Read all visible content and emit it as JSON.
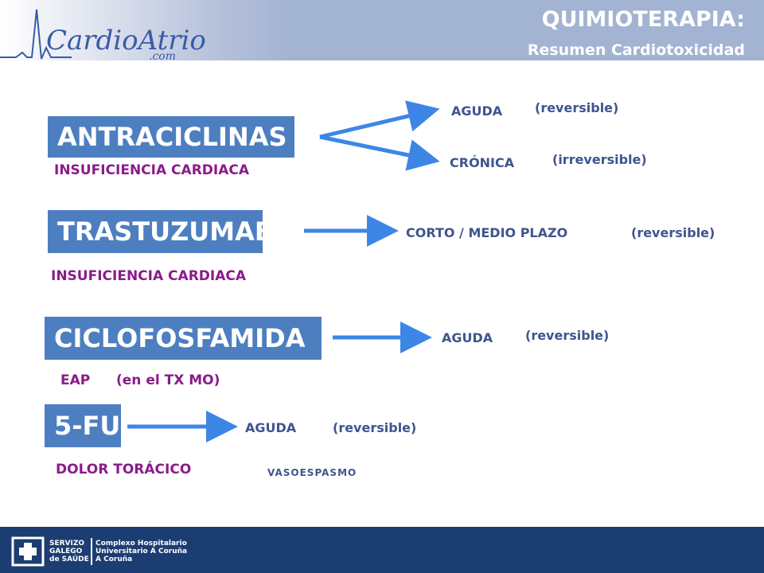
{
  "header": {
    "logo_text": "CardioAtrio",
    "logo_sub": ".com",
    "title": "QUIMIOTERAPIA:",
    "subtitle": "Resumen Cardiotoxicidad"
  },
  "drugs": [
    {
      "name": "ANTRACICLINAS",
      "effect": "INSUFICIENCIA CARDIACA",
      "outcomes": [
        {
          "label": "AGUDA",
          "note": "(reversible)"
        },
        {
          "label": "CRÓNICA",
          "note": "(irreversible)"
        }
      ]
    },
    {
      "name": "TRASTUZUMAB",
      "effect": "INSUFICIENCIA CARDIACA",
      "outcomes": [
        {
          "label": "CORTO / MEDIO PLAZO",
          "note": "(reversible)"
        }
      ]
    },
    {
      "name": "CICLOFOSFAMIDA",
      "effect_label": "EAP",
      "effect_note": "(en el TX MO)",
      "outcomes": [
        {
          "label": "AGUDA",
          "note": "(reversible)"
        }
      ]
    },
    {
      "name": "5-FU",
      "effect": "DOLOR TORÁCICO",
      "extra": "VASOESPASMO",
      "outcomes": [
        {
          "label": "AGUDA",
          "note": "(reversible)"
        }
      ]
    }
  ],
  "footer": {
    "org_lines": [
      "SERVIZO",
      "GALEGO",
      "de SAÚDE"
    ],
    "hospital_lines": [
      "Complexo Hospitalario",
      "Universitario A Coruña",
      "A Coruña"
    ]
  },
  "colors": {
    "header_band": "#a3b3d2",
    "drug_box": "#4d7fc0",
    "arrow": "#3d86e6",
    "effect_text": "#8b1b8b",
    "outcome_text": "#3f5590",
    "footer": "#1c3d72"
  },
  "icons": [
    "ecg-line-icon",
    "sergas-cross-icon"
  ]
}
